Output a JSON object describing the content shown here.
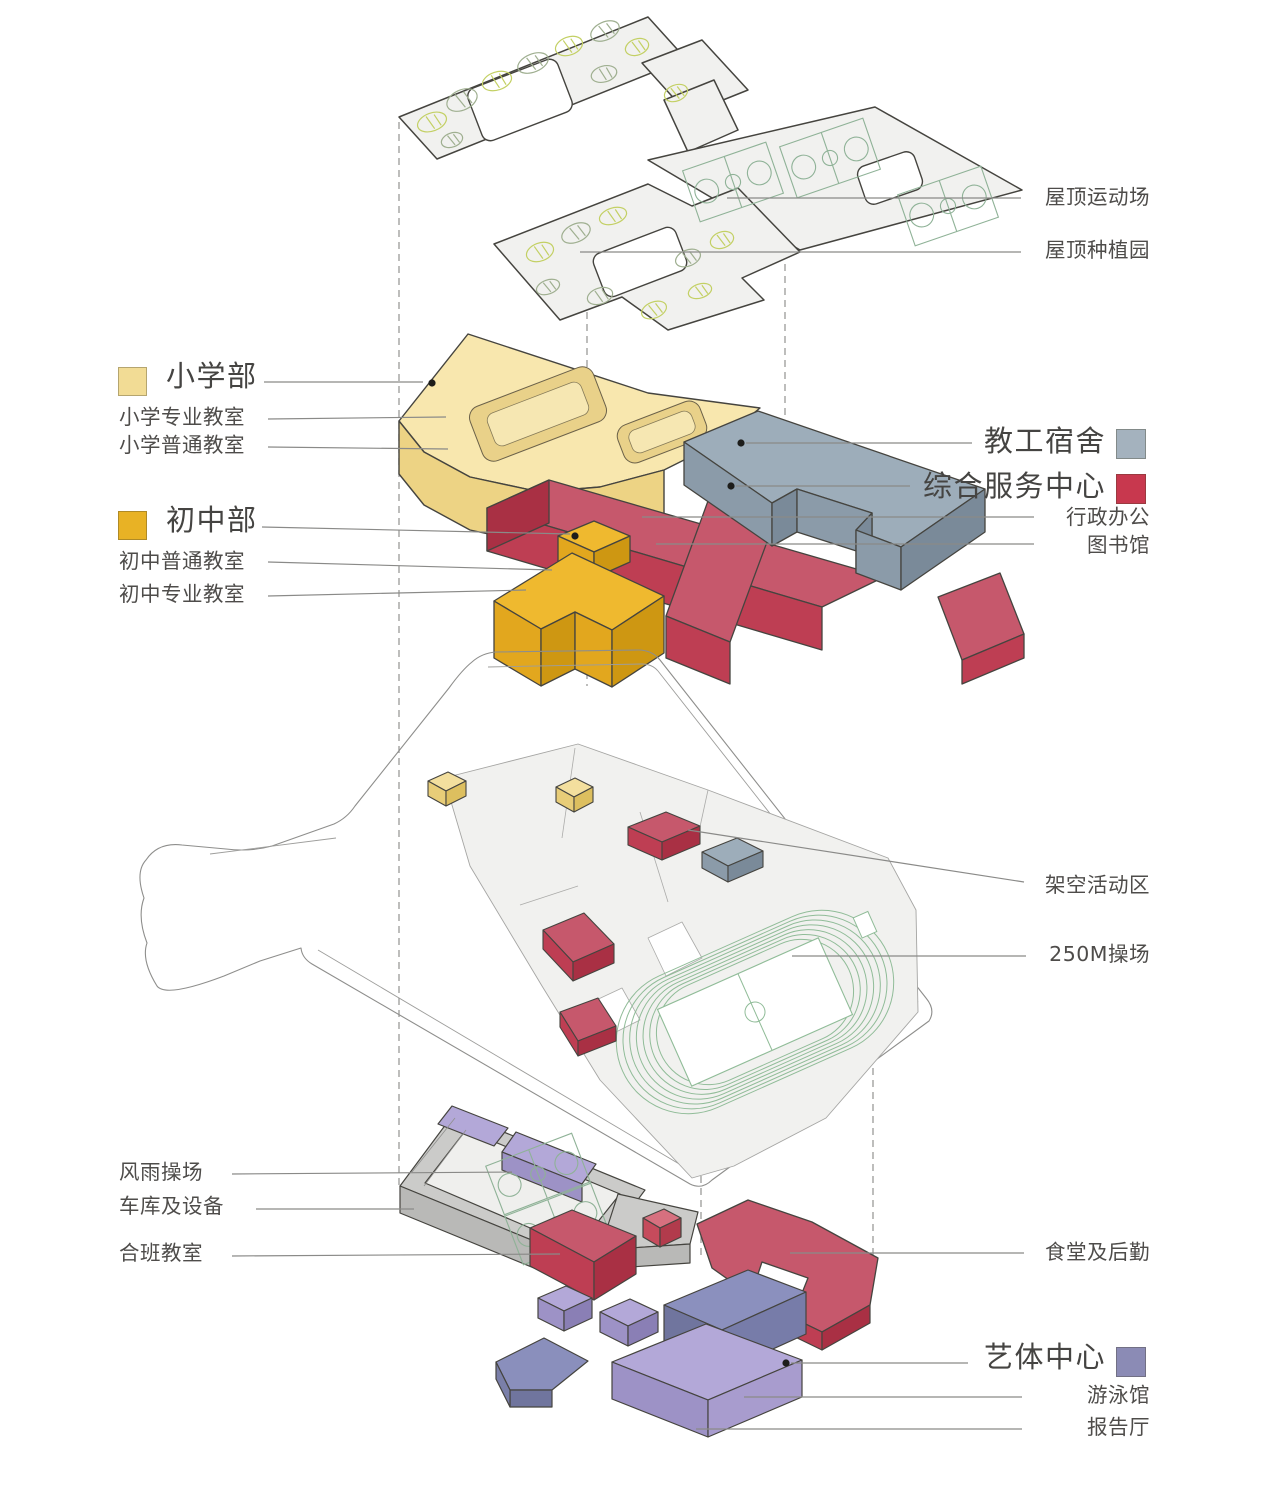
{
  "labels": {
    "roof_sports": "屋顶运动场",
    "roof_garden": "屋顶种植园",
    "primary_title": "小学部",
    "primary_special": "小学专业教室",
    "primary_general": "小学普通教室",
    "junior_title": "初中部",
    "junior_general": "初中普通教室",
    "junior_special": "初中专业教室",
    "dorm_title": "教工宿舍",
    "service_title": "综合服务中心",
    "service_admin": "行政办公",
    "service_library": "图书馆",
    "stilt_area": "架空活动区",
    "track": "250M操场",
    "windrain_ground": "风雨操场",
    "garage_equipment": "车库及设备",
    "combined_classroom": "合班教室",
    "canteen_logistics": "食堂及后勤",
    "arts_title": "艺体中心",
    "swimming": "游泳馆",
    "lecture_hall": "报告厅"
  },
  "palette": {
    "text": "#4E4C4A",
    "leader_line": "#8A8A88",
    "dashed_line": "#9A9A98",
    "outline": "#45443F",
    "primary_top": "#F8E7AE",
    "primary_side": "#EDD384",
    "primary_swatch": "#F2DC95",
    "junior_top": "#EFB92F",
    "junior_side": "#E2A71E",
    "junior_dark": "#CE9712",
    "junior_swatch": "#E8B225",
    "service_top": "#C6586C",
    "service_front": "#BE3E53",
    "service_dark": "#A93044",
    "service_swatch": "#C8384E",
    "dorm_top": "#9DADBA",
    "dorm_front": "#8B9BA9",
    "dorm_dark": "#7A8A99",
    "dorm_swatch": "#A4B2BE",
    "arts_top": "#B3A8D8",
    "arts_front": "#9D92C6",
    "arts_dark": "#8A7FB5",
    "arts_swatch": "#8B8BB5",
    "hall_top": "#8B90BE",
    "hall_front": "#777CA9",
    "roof_fill": "#F1F1EF",
    "slab_top": "#CBCBC9",
    "slab_front": "#B9B9B7",
    "floor": "#EFEFED",
    "court_green": "#8FB297",
    "plant_green": "#C3D064",
    "plant_sage": "#9FAF90",
    "track_green": "#90BC98"
  }
}
